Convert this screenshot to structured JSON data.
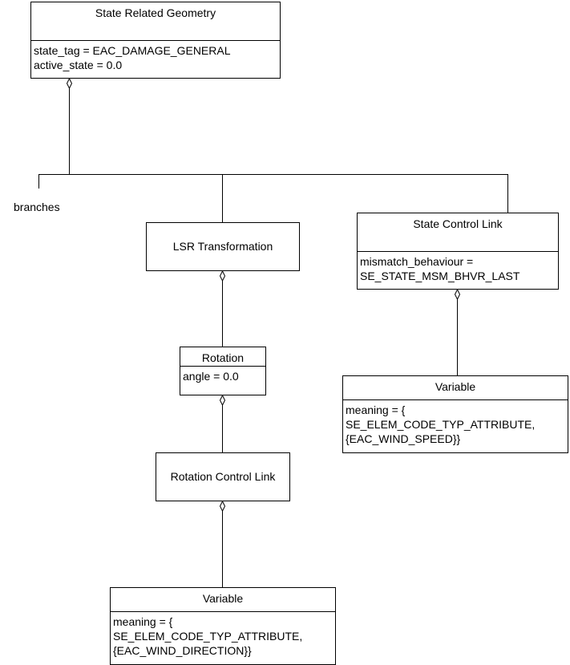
{
  "state_related_geometry": {
    "title": "State Related Geometry",
    "attrs": [
      "state_tag = EAC_DAMAGE_GENERAL",
      "active_state = 0.0"
    ]
  },
  "branches_label": "branches",
  "lsr_transformation": {
    "title": "LSR Transformation"
  },
  "state_control_link": {
    "title": "State Control Link",
    "attrs": [
      "mismatch_behaviour =",
      "SE_STATE_MSM_BHVR_LAST"
    ]
  },
  "rotation": {
    "title": "Rotation",
    "attrs": [
      "angle = 0.0"
    ]
  },
  "rotation_control_link": {
    "title": "Rotation Control Link"
  },
  "variable_wind_speed": {
    "title": "Variable",
    "attrs": [
      "meaning = {",
      "SE_ELEM_CODE_TYP_ATTRIBUTE,",
      "{EAC_WIND_SPEED}}"
    ]
  },
  "variable_wind_direction": {
    "title": "Variable",
    "attrs": [
      "meaning = {",
      "SE_ELEM_CODE_TYP_ATTRIBUTE,",
      "{EAC_WIND_DIRECTION}}"
    ]
  }
}
